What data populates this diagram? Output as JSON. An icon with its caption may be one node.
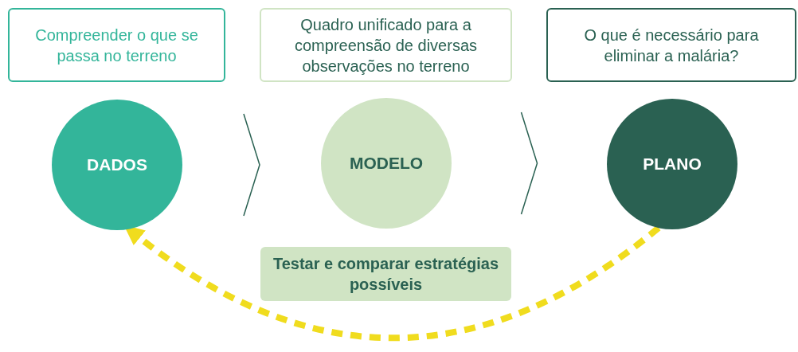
{
  "diagram": {
    "nodes": [
      {
        "text": [
          "Compreender o que se passa no terreno"
        ]
      },
      {
        "text": [
          "Quadro unificado para a compreensão de diversas observações no terreno"
        ]
      },
      {
        "text": [
          "O que é necessário para eliminar a malária?"
        ]
      },
      {
        "text": [
          "DADOS"
        ]
      },
      {
        "text": [
          "MODELO"
        ]
      },
      {
        "text": [
          "PLANO"
        ]
      },
      {
        "text": [
          "Testar e comparar estratégias possíveis"
        ]
      }
    ],
    "edges": [
      {
        "from": 3,
        "to": 4,
        "arrow": "to"
      },
      {
        "from": 4,
        "to": 5,
        "arrow": "to"
      },
      {
        "from": 5,
        "to": 3,
        "arrow": "to",
        "style": "dashed",
        "color": "#f0dc1e"
      }
    ]
  }
}
